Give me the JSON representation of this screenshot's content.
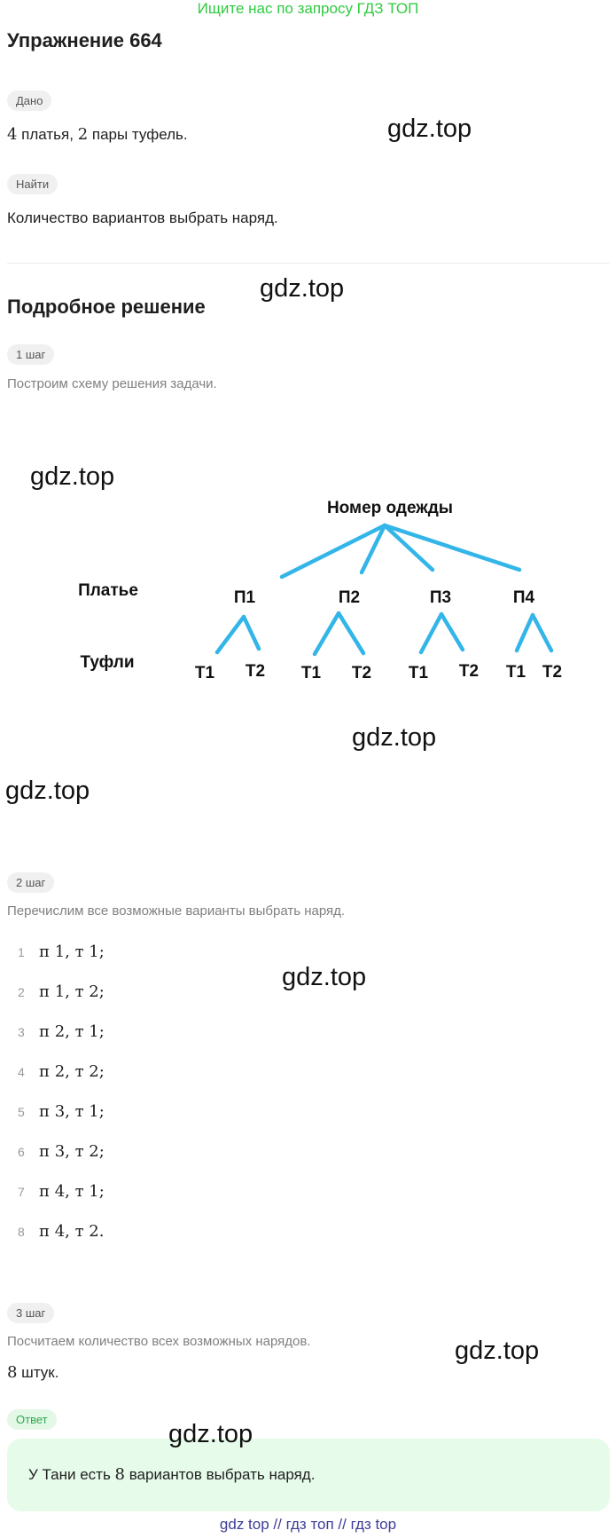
{
  "banner": "Ищите нас по запросу ГДЗ ТОП",
  "title": "Упражнение 664",
  "given": {
    "chip": "Дано",
    "num1": "4",
    "text1": " платья, ",
    "num2": "2",
    "text2": " пары туфель."
  },
  "find": {
    "chip": "Найти",
    "text": "Количество вариантов выбрать наряд."
  },
  "solution_title": "Подробное решение",
  "step1": {
    "chip": "1 шаг",
    "text": "Построим схему решения задачи."
  },
  "diagram": {
    "root": "Номер одежды",
    "row_label_dress": "Платье",
    "row_label_shoes": "Туфли",
    "dresses": [
      "П1",
      "П2",
      "П3",
      "П4"
    ],
    "shoes": [
      "Т1",
      "Т2",
      "Т1",
      "Т2",
      "Т1",
      "Т2",
      "Т1",
      "Т2"
    ],
    "line_color": "#33b5e8"
  },
  "step2": {
    "chip": "2 шаг",
    "text": "Перечислим все возможные варианты выбрать наряд.",
    "items": [
      {
        "num": "1",
        "text": "п 1, т 1;"
      },
      {
        "num": "2",
        "text": "п 1, т 2;"
      },
      {
        "num": "3",
        "text": "п 2, т 1;"
      },
      {
        "num": "4",
        "text": "п 2, т 2;"
      },
      {
        "num": "5",
        "text": "п 3, т 1;"
      },
      {
        "num": "6",
        "text": "п 3, т 2;"
      },
      {
        "num": "7",
        "text": "п 4, т 1;"
      },
      {
        "num": "8",
        "text": "п 4, т 2."
      }
    ]
  },
  "step3": {
    "chip": "3 шаг",
    "text": "Посчитаем количество всех возможных нарядов.",
    "result_num": "8",
    "result_text": " штук."
  },
  "answer": {
    "chip": "Ответ",
    "text1": "У Тани есть ",
    "num": "8",
    "text2": " вариантов выбрать наряд."
  },
  "watermark": "gdz.top",
  "footer": "gdz top  //  гдз топ  //  гдз top"
}
